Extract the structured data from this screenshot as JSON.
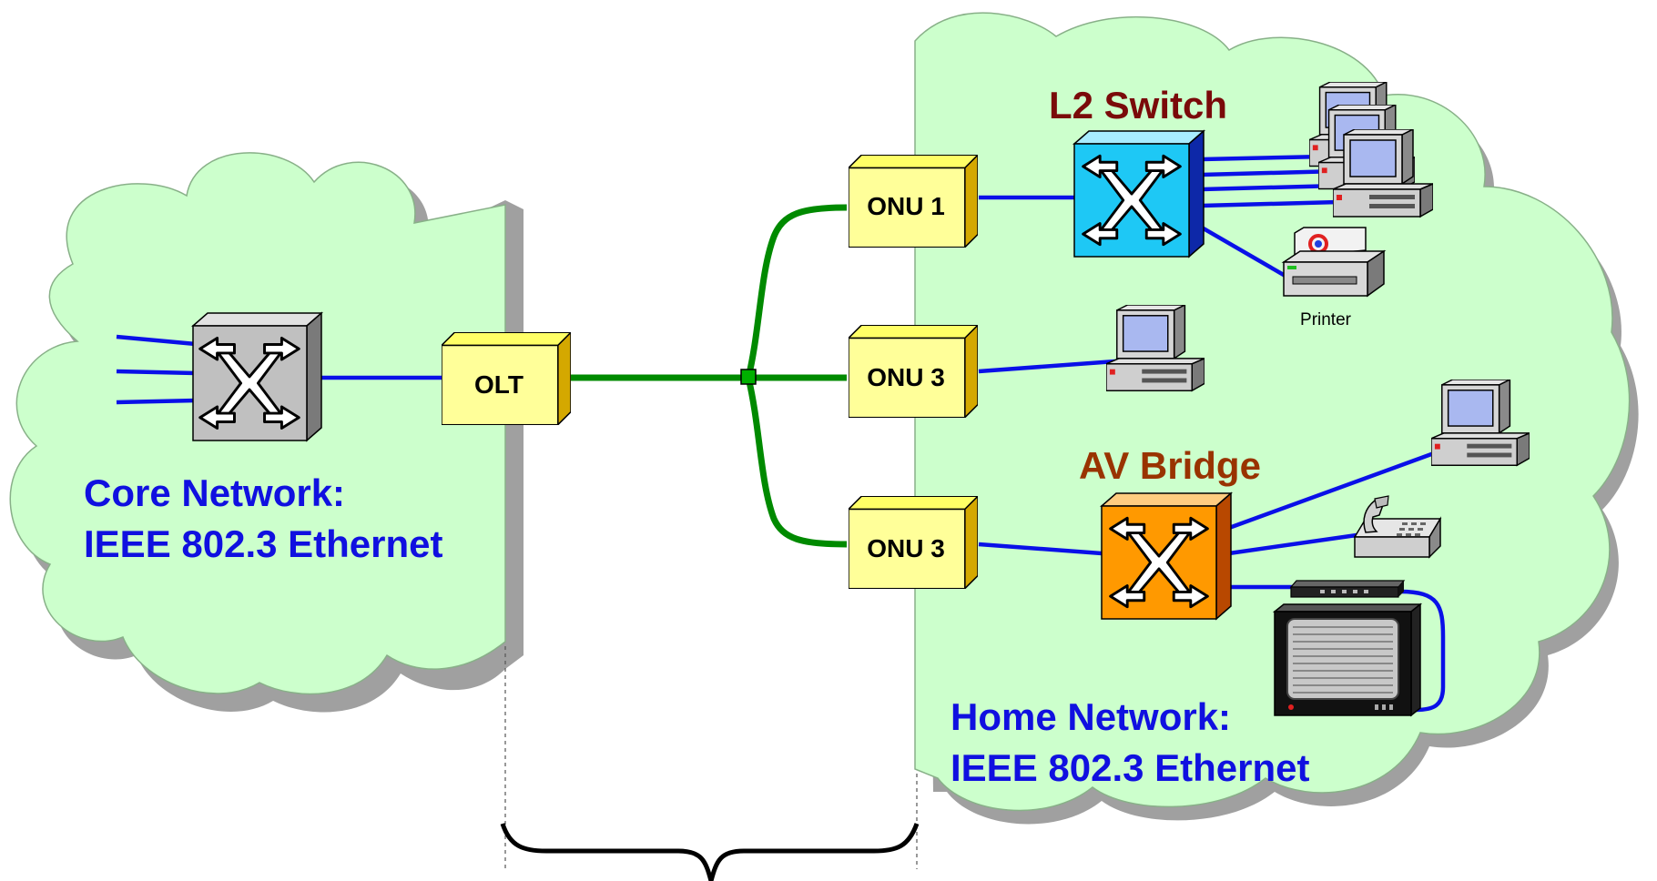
{
  "core_network": {
    "line1": "Core Network:",
    "line2": "IEEE 802.3 Ethernet"
  },
  "home_network": {
    "line1": "Home Network:",
    "line2": "IEEE 802.3 Ethernet"
  },
  "nodes": {
    "olt": "OLT",
    "onu_top": "ONU 1",
    "onu_middle": "ONU 3",
    "onu_bottom": "ONU 3"
  },
  "switches": {
    "l2": "L2 Switch",
    "av": "AV Bridge"
  },
  "devices": {
    "printer": "Printer"
  },
  "colors": {
    "cloud_fill": "#ccffcc",
    "cloud_shadow": "#a0a0a0",
    "ethernet_link": "#0a10e8",
    "fiber_link": "#008a00",
    "onu_box": "#ffff99",
    "onu_side": "#d4a800",
    "l2_switch": "#1ec8f5",
    "av_bridge": "#ff9900",
    "core_switch": "#c0c0c0",
    "l2_label": "#7a0a0a",
    "av_label": "#993300"
  }
}
